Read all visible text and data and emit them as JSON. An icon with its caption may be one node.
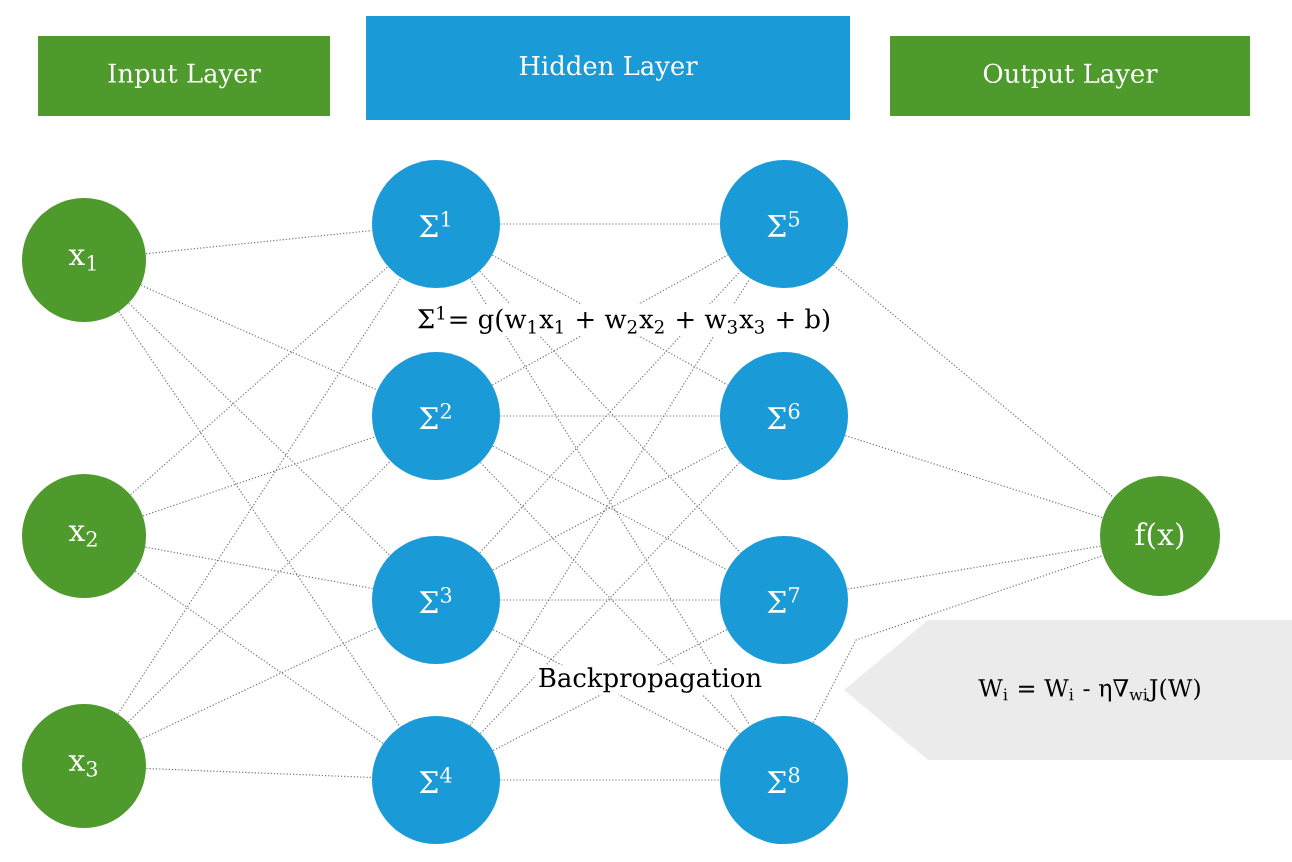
{
  "diagram": {
    "nodes": [
      {
        "text": [
          "Input Layer"
        ]
      },
      {
        "text": [
          "Hidden Layer"
        ]
      },
      {
        "text": [
          "Output Layer"
        ]
      },
      {
        "text": [
          "x$_{1}$"
        ]
      },
      {
        "text": [
          "x$_{2}$"
        ]
      },
      {
        "text": [
          "x$_{3}$"
        ]
      },
      {
        "text": [
          "Σ$^{1}$"
        ]
      },
      {
        "text": [
          "Σ$^{2}$"
        ]
      },
      {
        "text": [
          "Σ$^{3}$"
        ]
      },
      {
        "text": [
          "Σ$^{4}$"
        ]
      },
      {
        "text": [
          "Σ$^{5}$"
        ]
      },
      {
        "text": [
          "Σ$^{6}$"
        ]
      },
      {
        "text": [
          "Σ$^{7}$"
        ]
      },
      {
        "text": [
          "Σ$^{8}$"
        ]
      },
      {
        "text": [
          "f(x)"
        ]
      },
      {
        "text": [
          "W$_{i}$ = W$_{i}$ - η∇$_{wi}$J(W)"
        ]
      }
    ],
    "edges": [
      {
        "from": 3,
        "to": 6,
        "arrow": "none"
      },
      {
        "from": 3,
        "to": 7,
        "arrow": "none"
      },
      {
        "from": 3,
        "to": 8,
        "arrow": "none"
      },
      {
        "from": 3,
        "to": 9,
        "arrow": "none"
      },
      {
        "from": 4,
        "to": 6,
        "arrow": "none"
      },
      {
        "from": 4,
        "to": 7,
        "arrow": "none"
      },
      {
        "from": 4,
        "to": 8,
        "arrow": "none"
      },
      {
        "from": 4,
        "to": 9,
        "arrow": "none"
      },
      {
        "from": 5,
        "to": 6,
        "arrow": "none"
      },
      {
        "from": 5,
        "to": 7,
        "arrow": "none"
      },
      {
        "from": 5,
        "to": 8,
        "arrow": "none"
      },
      {
        "from": 5,
        "to": 9,
        "arrow": "none"
      },
      {
        "from": 6,
        "to": 10,
        "arrow": "none"
      },
      {
        "from": 6,
        "to": 11,
        "arrow": "none"
      },
      {
        "from": 6,
        "to": 12,
        "arrow": "none"
      },
      {
        "from": 6,
        "to": 13,
        "arrow": "none"
      },
      {
        "from": 7,
        "to": 10,
        "arrow": "none"
      },
      {
        "from": 7,
        "to": 11,
        "arrow": "none"
      },
      {
        "from": 7,
        "to": 12,
        "arrow": "none"
      },
      {
        "from": 7,
        "to": 13,
        "arrow": "none"
      },
      {
        "from": 8,
        "to": 10,
        "arrow": "none"
      },
      {
        "from": 8,
        "to": 11,
        "arrow": "none"
      },
      {
        "from": 8,
        "to": 12,
        "arrow": "none"
      },
      {
        "from": 8,
        "to": 13,
        "arrow": "none"
      },
      {
        "from": 9,
        "to": 10,
        "arrow": "none"
      },
      {
        "from": 9,
        "to": 11,
        "arrow": "none"
      },
      {
        "from": 9,
        "to": 12,
        "arrow": "none"
      },
      {
        "from": 9,
        "to": 13,
        "arrow": "none"
      },
      {
        "from": 10,
        "to": 14,
        "arrow": "none"
      },
      {
        "from": 11,
        "to": 14,
        "arrow": "none"
      },
      {
        "from": 12,
        "to": 14,
        "arrow": "none"
      },
      {
        "from": 13,
        "to": 14,
        "arrow": "none"
      }
    ],
    "labels": [
      "Σ$^{1}$= g(w$_{1}$x$_{1}$ + w$_{2}$x$_{2}$ + w$_{3}$x$_{3}$ + b)",
      "Backpropagation"
    ]
  }
}
